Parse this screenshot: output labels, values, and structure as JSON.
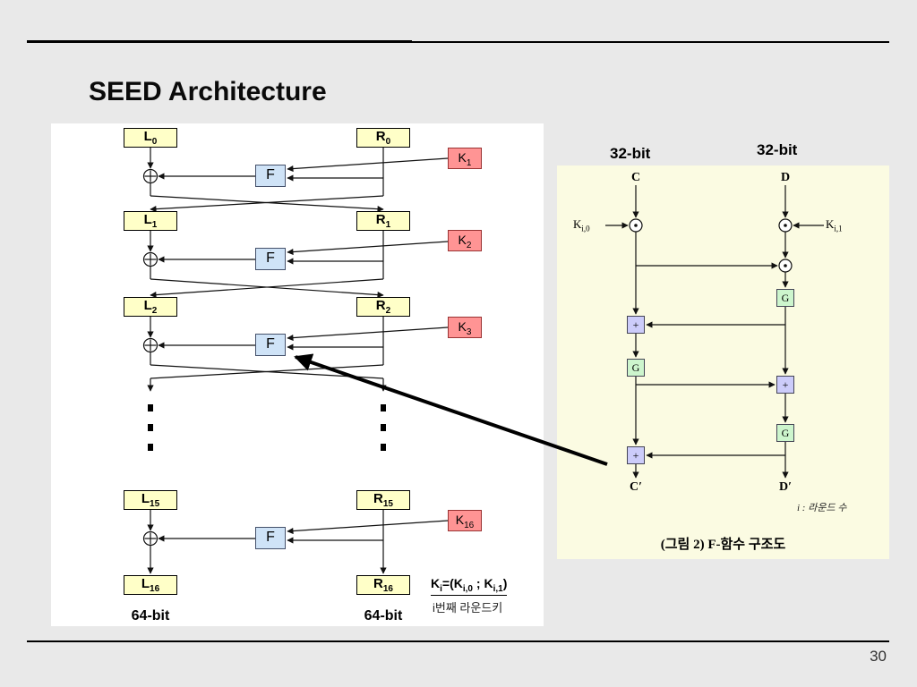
{
  "slide": {
    "title": "SEED Architecture",
    "page_number": "30"
  },
  "feistel": {
    "rounds": [
      {
        "l": "L",
        "l_sub": "0",
        "r": "R",
        "r_sub": "0",
        "k": "K",
        "k_sub": "1",
        "f": "F"
      },
      {
        "l": "L",
        "l_sub": "1",
        "r": "R",
        "r_sub": "1",
        "k": "K",
        "k_sub": "2",
        "f": "F"
      },
      {
        "l": "L",
        "l_sub": "2",
        "r": "R",
        "r_sub": "2",
        "k": "K",
        "k_sub": "3",
        "f": "F"
      },
      {
        "l": "L",
        "l_sub": "15",
        "r": "R",
        "r_sub": "15",
        "k": "K",
        "k_sub": "16",
        "f": "F"
      }
    ],
    "outputs": {
      "l": "L",
      "l_sub": "16",
      "r": "R",
      "r_sub": "16"
    },
    "bit_label_left": "64-bit",
    "bit_label_right": "64-bit",
    "key_formula": {
      "base1": "K",
      "sub1": "i",
      "mid1": "=(",
      "base2": "K",
      "sub2": "i,0",
      "mid2": " ; ",
      "base3": "K",
      "sub3": "i,1",
      "end": ")"
    },
    "key_caption": "i번째 라운드키"
  },
  "ffunc": {
    "bit_label_left": "32-bit",
    "bit_label_right": "32-bit",
    "input_left": "C",
    "input_right": "D",
    "key_left_base": "K",
    "key_left_sub": "i,0",
    "key_right_base": "K",
    "key_right_sub": "i,1",
    "g_label": "G",
    "plus_label": "+",
    "output_left": "C′",
    "output_right": "D′",
    "note": "i : 라운드 수",
    "caption": "(그림 2) F-함수 구조도"
  },
  "colors": {
    "io_box": "#ffffc8",
    "key_box": "#ff9494",
    "f_box": "#cfe3f7",
    "g_box": "#cdf5cd",
    "plus_box": "#ccccfa"
  }
}
